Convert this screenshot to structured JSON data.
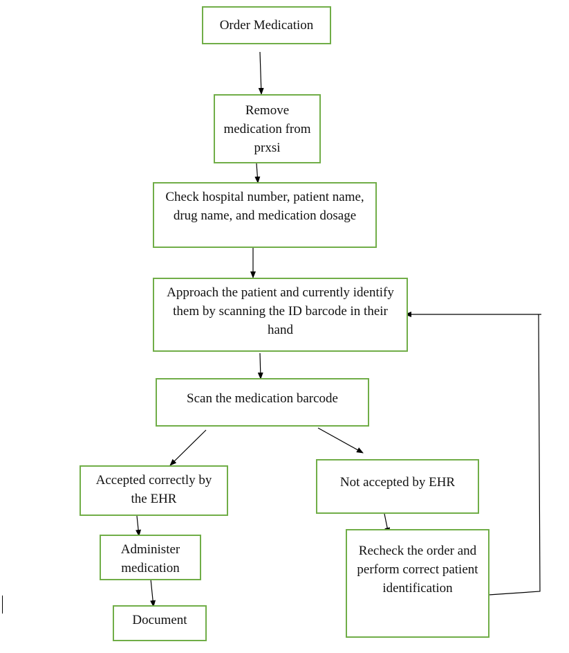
{
  "diagram": {
    "colors": {
      "node_border": "#70ad47",
      "edge": "#000000"
    },
    "nodes": {
      "order_medication": "Order Medication",
      "remove_medication": "Remove medication from prxsi",
      "check_details": "Check hospital number, patient name, drug name, and medication dosage",
      "approach_patient": "Approach the patient and currently identify them by scanning the ID barcode in their hand",
      "scan_barcode": "Scan the medication barcode",
      "accepted": "Accepted correctly by the EHR",
      "not_accepted": "Not accepted by EHR",
      "administer": "Administer medication",
      "recheck": "Recheck the order and perform correct patient identification",
      "document": "Document"
    },
    "edges": [
      {
        "from": "order_medication",
        "to": "remove_medication"
      },
      {
        "from": "remove_medication",
        "to": "check_details"
      },
      {
        "from": "check_details",
        "to": "approach_patient"
      },
      {
        "from": "approach_patient",
        "to": "scan_barcode"
      },
      {
        "from": "scan_barcode",
        "to": "accepted"
      },
      {
        "from": "scan_barcode",
        "to": "not_accepted"
      },
      {
        "from": "accepted",
        "to": "administer"
      },
      {
        "from": "administer",
        "to": "document"
      },
      {
        "from": "not_accepted",
        "to": "recheck"
      },
      {
        "from": "recheck",
        "to": "approach_patient"
      }
    ]
  }
}
